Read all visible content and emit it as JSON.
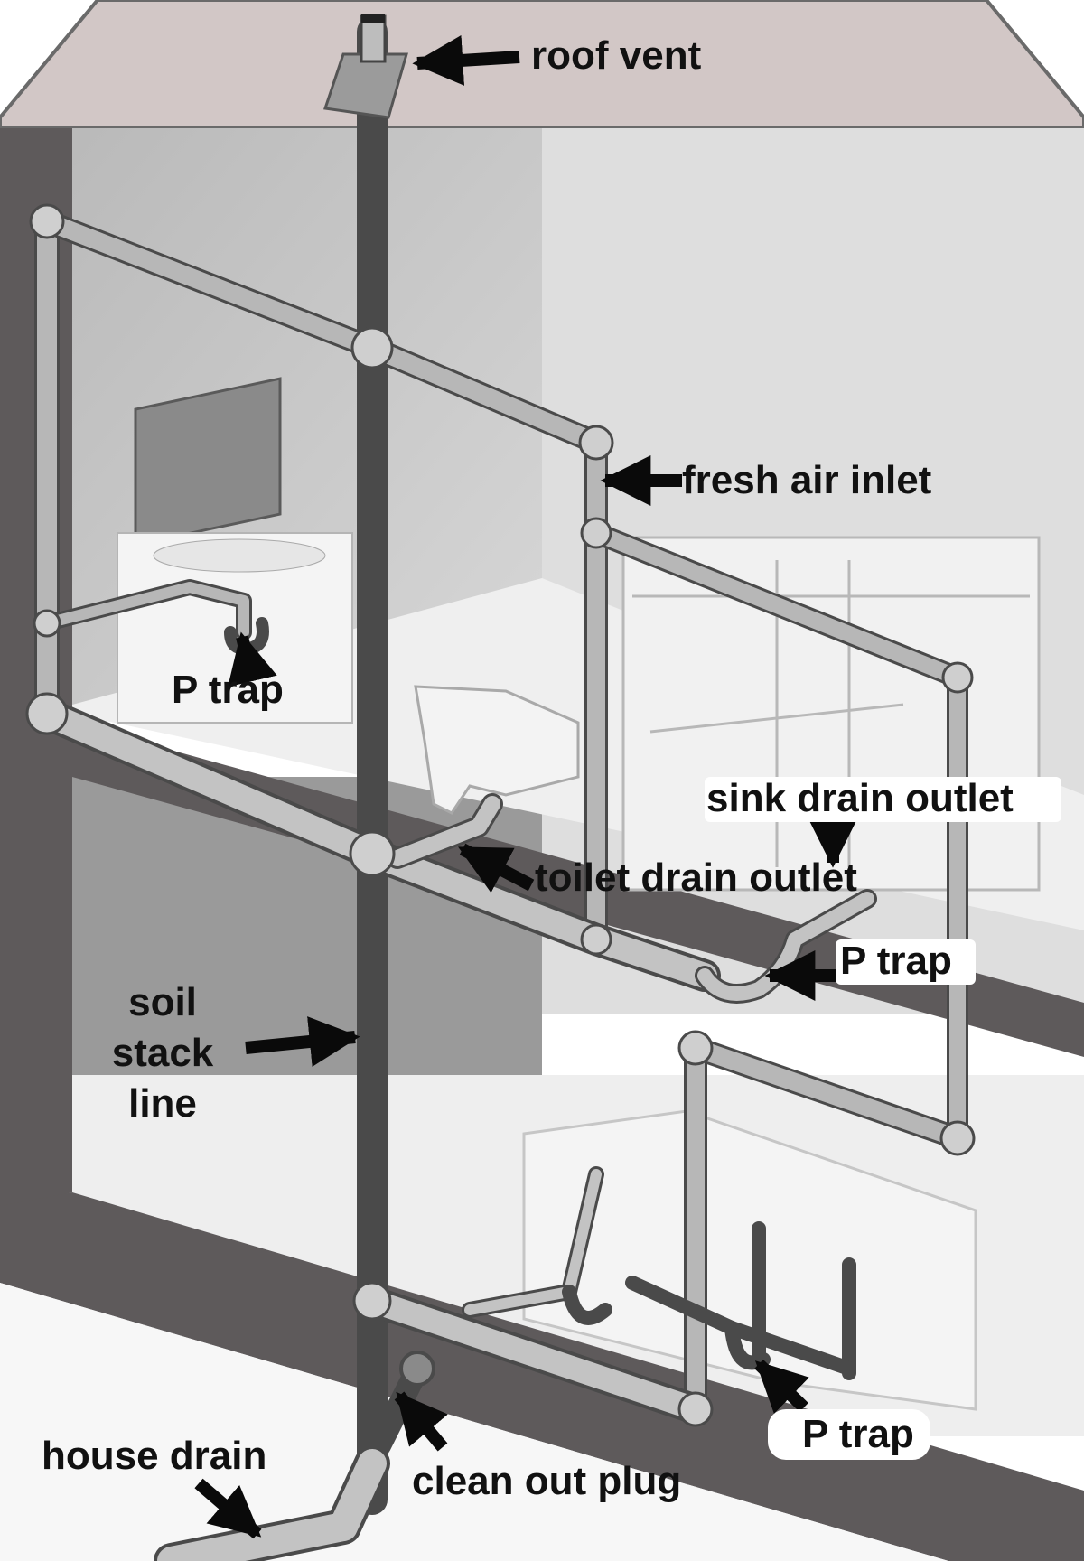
{
  "colors": {
    "roof": "#d2c7c6",
    "wall_dark": "#5e5a5b",
    "wall_mid": "#8d8d8d",
    "wall_light": "#c7c7c7",
    "floor": "#e9e9e9",
    "pipe": "#b4b4b4",
    "pipe_edge": "#4a4a4a",
    "arrow": "#0a0a0a",
    "fixture": "#f2f2f2"
  },
  "labels": {
    "roof_vent": "roof vent",
    "fresh_air_inlet": "fresh air inlet",
    "p_trap_upper": "P trap",
    "sink_drain_outlet": "sink drain outlet",
    "toilet_drain_outlet": "toilet drain outlet",
    "p_trap_middle": "P trap",
    "soil_stack_line": [
      "soil",
      "stack",
      "line"
    ],
    "p_trap_lower": "P trap",
    "house_drain": "house drain",
    "clean_out_plug": "clean out plug"
  }
}
